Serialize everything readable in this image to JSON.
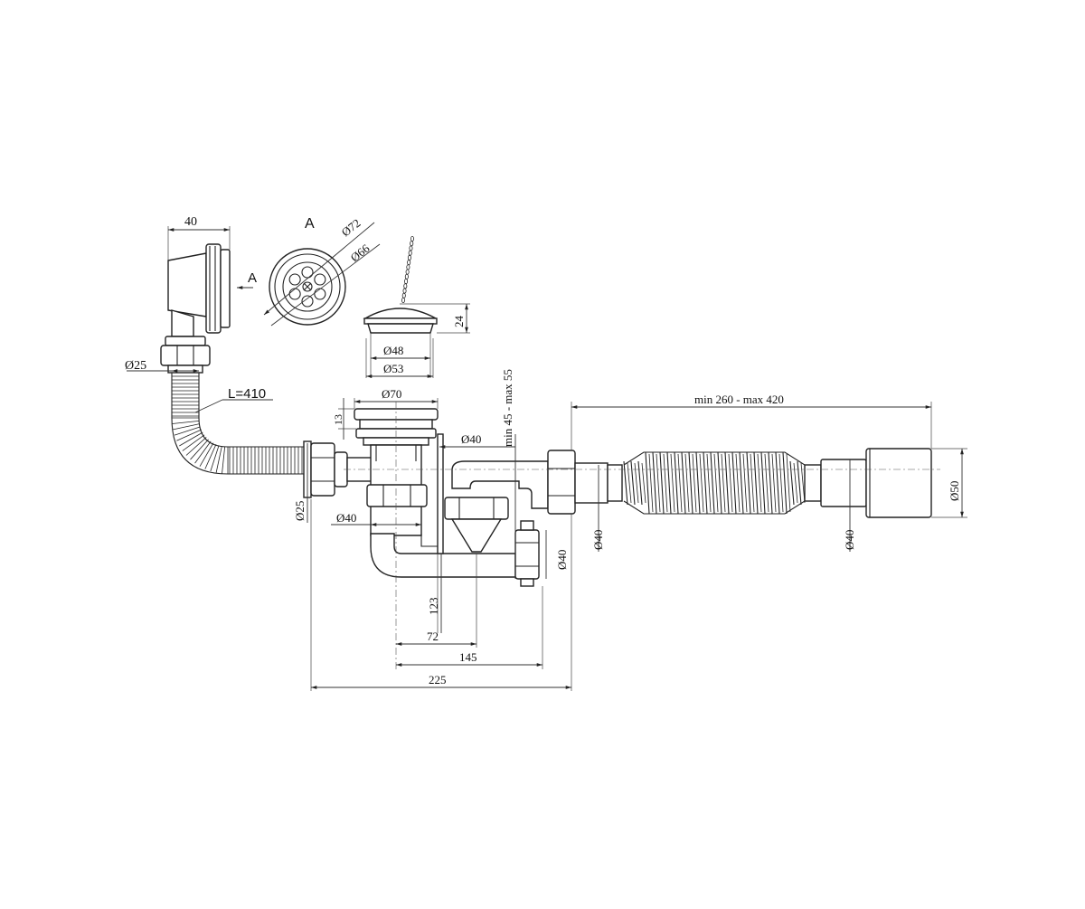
{
  "diagram": {
    "view_label": "A",
    "arrow_label": "A",
    "dimensions": {
      "overflow_width": "40",
      "d72": "Ø72",
      "d66": "Ø66",
      "plug_height": "24",
      "d48": "Ø48",
      "d53": "Ø53",
      "hose_d25_top": "Ø25",
      "hose_length": "L=410",
      "d70": "Ø70",
      "h13": "13",
      "d40_top": "Ø40",
      "min_max_height": "min 45 - max 55",
      "extension": "min 260 - max 420",
      "d25_side": "Ø25",
      "d40_left": "Ø40",
      "d40_outlet": "Ø40",
      "d40_hose_left": "Ø40",
      "d40_hose_right": "Ø40",
      "d50": "Ø50",
      "h123": "123",
      "w72": "72",
      "w145": "145",
      "w225": "225"
    }
  }
}
